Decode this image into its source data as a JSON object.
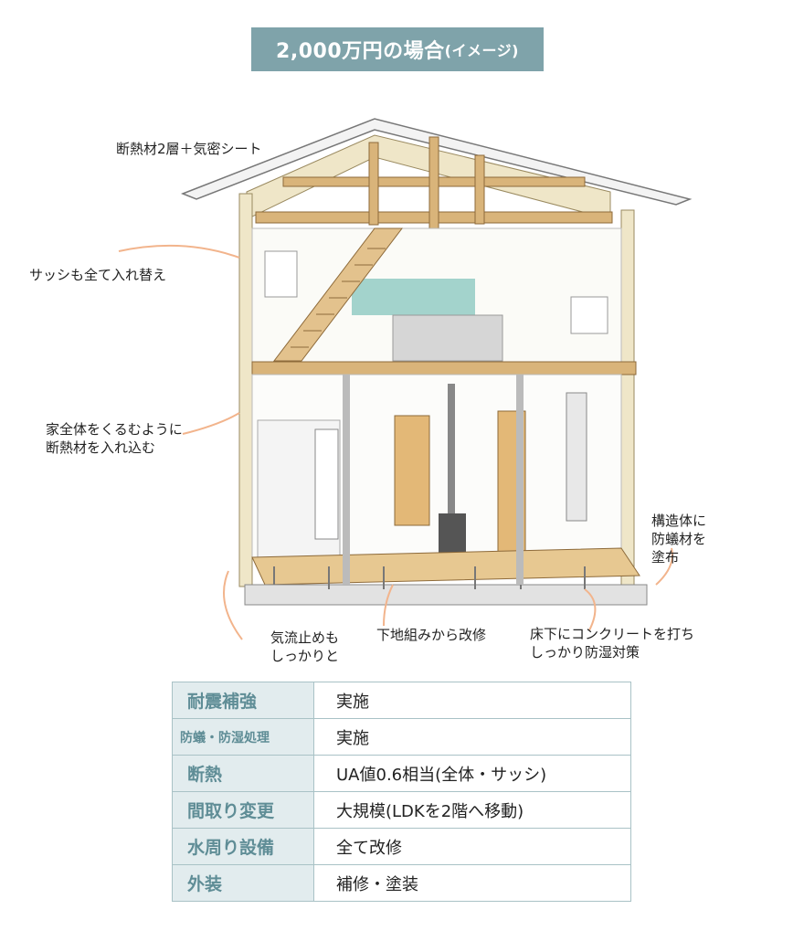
{
  "header": {
    "title_main": "2,000万円の場合",
    "title_sub": "(イメージ)"
  },
  "annotations": {
    "roof_insulation": "断熱材2層＋気密シート",
    "sash": "サッシも全て入れ替え",
    "wrap_insulation": [
      "家全体をくるむように",
      "断熱材を入れ込む"
    ],
    "termite": [
      "構造体に",
      "防蟻材を",
      "塗布"
    ],
    "airflow": [
      "気流止めも",
      "しっかりと"
    ],
    "groundwork": "下地組みから改修",
    "concrete": [
      "床下にコンクリートを打ち",
      "しっかり防湿対策"
    ]
  },
  "spec_table": [
    {
      "key": "耐震補強",
      "value": "実施"
    },
    {
      "key": "防蟻・防湿処理",
      "value": "実施"
    },
    {
      "key": "断熱",
      "value": "UA値0.6相当(全体・サッシ)"
    },
    {
      "key": "間取り変更",
      "value": "大規模(LDKを2階へ移動)"
    },
    {
      "key": "水周り設備",
      "value": "全て改修"
    },
    {
      "key": "外装",
      "value": "補修・塗装"
    }
  ],
  "colors": {
    "accent": "#7fa3aa",
    "table_header_bg": "#e2ecee",
    "table_header_text": "#5f8d96",
    "wood": "#d9b47a",
    "arrow": "#f2b48c"
  }
}
